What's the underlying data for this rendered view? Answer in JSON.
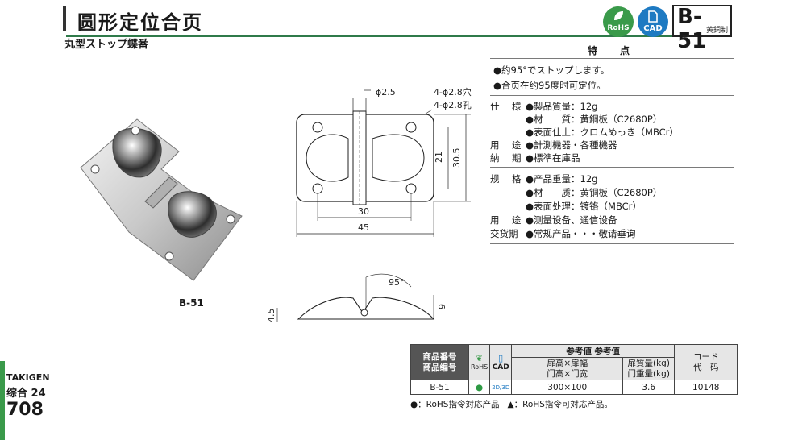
{
  "header": {
    "title": "圆形定位合页",
    "subtitle": "丸型ストップ蝶番",
    "rohs_badge": "RoHS",
    "cad_badge": "CAD",
    "model_code": "B-51",
    "material_jp": "黄銅制",
    "accent_green": "#3a9a4a",
    "accent_blue": "#1e7ac2"
  },
  "features": {
    "heading": "特　点",
    "bullets": [
      "●約95°でストップします。",
      "●合页在约95度时可定位。"
    ]
  },
  "spec_jp": [
    {
      "label": "仕　様",
      "value": "●製品質量：12g"
    },
    {
      "label": "",
      "value": "●材　　質：黄銅板（C2680P）"
    },
    {
      "label": "",
      "value": "●表面仕上：クロムめっき（MBCr）"
    },
    {
      "label": "用　途",
      "value": "●計測機器・各種機器"
    },
    {
      "label": "納　期",
      "value": "●標準在庫品"
    }
  ],
  "spec_cn": [
    {
      "label": "规　格",
      "value": "●产品重量：12g"
    },
    {
      "label": "",
      "value": "●材　　质：黄铜板（C2680P）"
    },
    {
      "label": "",
      "value": "●表面处理：镀铬（MBCr）"
    },
    {
      "label": "用　途",
      "value": "●测量设备、通信设备"
    },
    {
      "label": "交货期",
      "value": "●常规产品・・・敬请垂询"
    }
  ],
  "photo_caption": "B-51",
  "drawing": {
    "hole_dia": "ϕ2.5",
    "holes_jp": "4-ϕ2.8穴",
    "holes_cn": "4-ϕ2.8孔",
    "dim_21": "21",
    "dim_30_5": "30.5",
    "dim_30": "30",
    "dim_45": "45",
    "angle": "95°",
    "dim_9": "9",
    "dim_4_5": "4.5"
  },
  "table": {
    "col_code": "商品番号\n商品编号",
    "col_rohs": "RoHS",
    "col_cad": "CAD",
    "col_ref": "参考値 参考值",
    "col_size": "扉高×扉幅\n门高×门宽",
    "col_weight": "扉質量(kg)\n门重量(kg)",
    "col_kcode": "コード\n代　码",
    "row": {
      "code": "B-51",
      "rohs": "●",
      "cad": "2D/3D",
      "size": "300×100",
      "weight": "3.6",
      "kcode": "10148"
    }
  },
  "legend": {
    "dot_text": "●：RoHS指令対応产品",
    "tri_text": "▲：RoHS指令可対応产品。"
  },
  "side": {
    "brand": "TAKIGEN",
    "category": "综合 24",
    "page": "708"
  }
}
